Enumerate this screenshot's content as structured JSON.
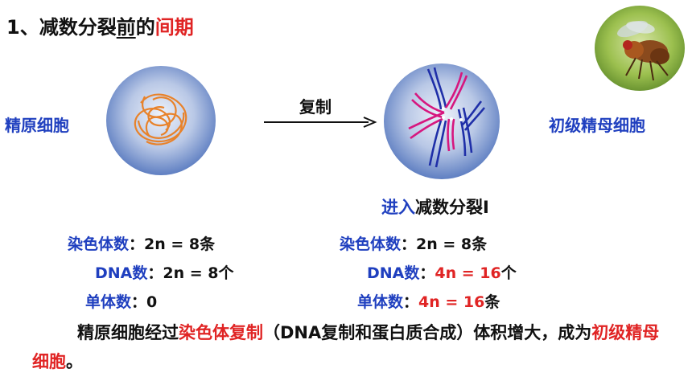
{
  "title": {
    "prefix": "1、减数分裂",
    "underlined": "前",
    "mid": "的",
    "highlight": "间期"
  },
  "cells": {
    "left_label": "精原细胞",
    "right_label": "初级精母细胞",
    "arrow_label": "复制",
    "stage": {
      "highlight": "进入",
      "rest": "减数分裂Ⅰ"
    }
  },
  "left_stats": {
    "chromosome_key": "染色体数",
    "chromosome_val": "：2n = 8条",
    "dna_key": "DNA数",
    "dna_val": "：2n = 8个",
    "chromatid_key": "单体数",
    "chromatid_val": "：0"
  },
  "right_stats": {
    "chromosome_key": "染色体数",
    "chromosome_val": "：2n = 8条",
    "dna_key": "DNA数",
    "dna_sep": "：",
    "dna_red": "4n = 16",
    "dna_unit": "个",
    "chromatid_key": "单体数",
    "chromatid_sep": "：",
    "chromatid_red": "4n = 16",
    "chromatid_unit": "条"
  },
  "paragraph": {
    "part1": "精原细胞经过",
    "red1": "染色体复制",
    "part2": "（DNA复制和蛋白质合成）体积增大，成为",
    "red2": "初级精母细胞",
    "end": "。"
  },
  "colors": {
    "blue": "#1f3fbf",
    "red": "#e02424",
    "magenta": "#d6177f",
    "orange": "#e8822a"
  }
}
